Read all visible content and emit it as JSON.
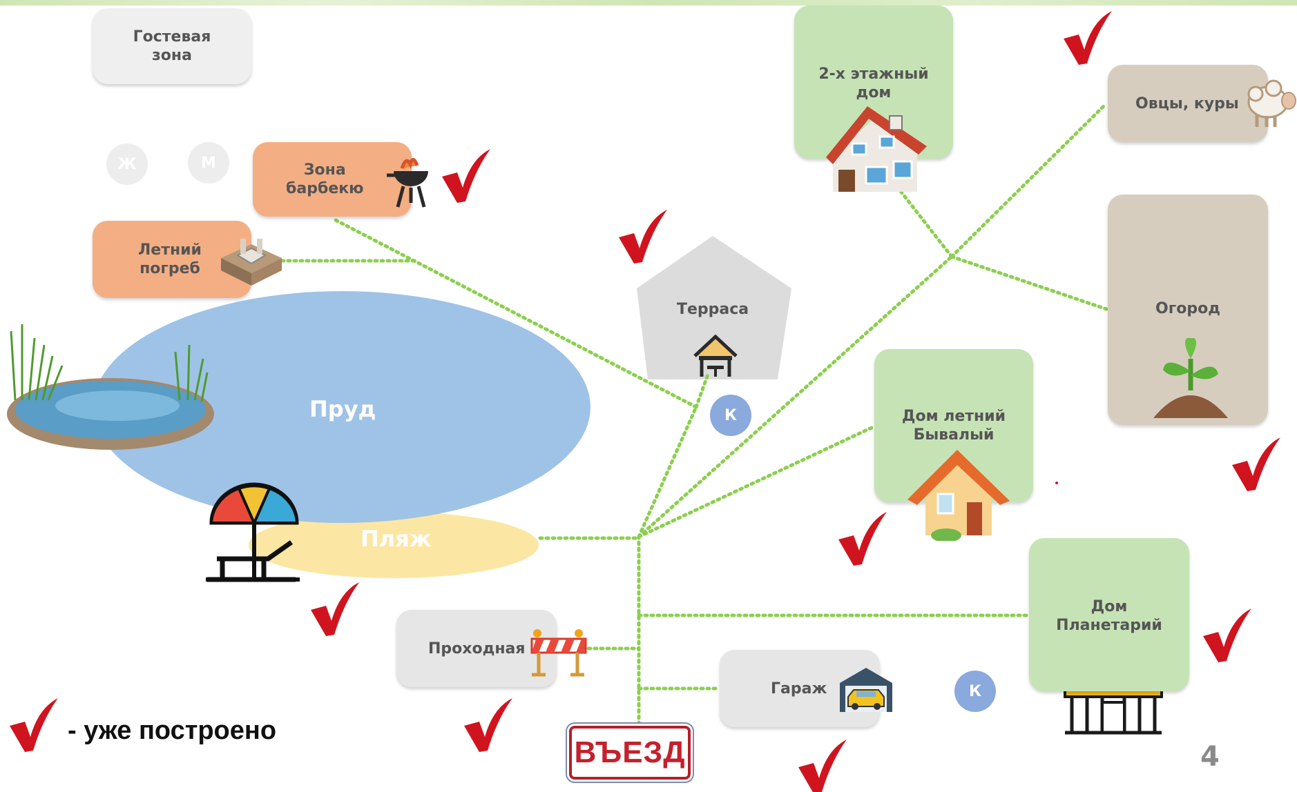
{
  "zones": {
    "guest": "Гостевая\nзона",
    "women": "Ж",
    "men": "М",
    "bbq": "Зона\nбарбекю",
    "cellar": "Летний\nпогреб",
    "pond": "Пруд",
    "beach": "Пляж",
    "terrace": "Терраса",
    "k1": "К",
    "k2": "К",
    "house2": "2-х этажный\nдом",
    "sheep": "Овцы, куры",
    "garden": "Огород",
    "summer_house": "Дом летний\nБывалый",
    "planetarium": "Дом\nПланетарий",
    "checkpoint": "Проходная",
    "garage": "Гараж",
    "entry": "ВЪЕЗД"
  },
  "legend": {
    "text": "- уже построено"
  },
  "page_number": "4",
  "colors": {
    "path": "#8ccf4f",
    "check": "#d0141f",
    "pond": "#9fc3e6",
    "beach": "#fbe7a3",
    "k_circle": "#8aa9dc"
  },
  "icons": [
    "grill-icon",
    "cellar-icon",
    "pond-photo",
    "beach-umbrella-icon",
    "gazebo-icon",
    "two-story-house-icon",
    "sheep-icon",
    "sprout-icon",
    "cottage-icon",
    "dome-house-icon",
    "barrier-icon",
    "garage-car-icon",
    "checkmark-icon"
  ]
}
